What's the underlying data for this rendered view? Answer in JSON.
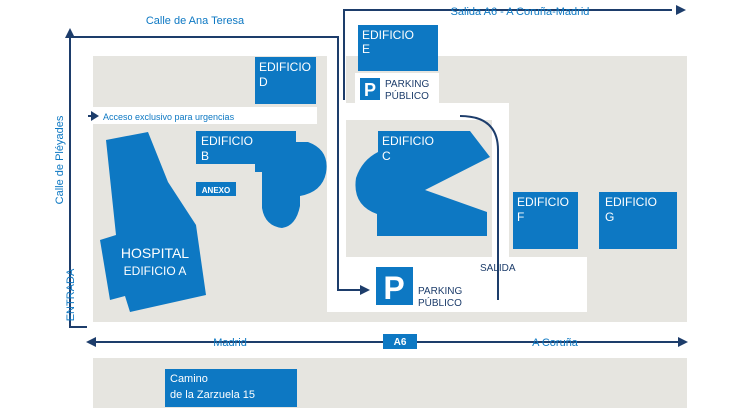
{
  "streets": {
    "top": "Calle de Ana Teresa",
    "left": "Calle de Pléyades",
    "highway_exit": "Salida A6 - A Coruña-Madrid",
    "bottom_left": "Madrid",
    "bottom_right": "A Coruña",
    "highway_badge": "A6"
  },
  "labels": {
    "entrada": "ENTRADA",
    "salida": "SALIDA",
    "urgencias": "Acceso exclusivo para urgencias",
    "camino_line1": "Camino",
    "camino_line2": "de la Zarzuela 15"
  },
  "buildings": {
    "hospital_line1": "HOSPITAL",
    "hospital_line2": "EDIFICIO  A",
    "b_line1": "EDIFICIO",
    "b_line2": "B",
    "anexo": "ANEXO",
    "c_line1": "EDIFICIO",
    "c_line2": "C",
    "d_line1": "EDIFICIO",
    "d_line2": "D",
    "e_line1": "EDIFICIO",
    "e_line2": "E",
    "f_line1": "EDIFICIO",
    "f_line2": "F",
    "g_line1": "EDIFICIO",
    "g_line2": "G"
  },
  "parking": {
    "symbol": "P",
    "top_line1": "PARKING",
    "top_line2": "PÚBLICO",
    "main_line1": "PARKING",
    "main_line2": "PÚBLICO"
  },
  "colors": {
    "building": "#0d78c3",
    "ground": "#e6e5e0",
    "road_line": "#1d3d6b",
    "text": "#0d78c3"
  }
}
